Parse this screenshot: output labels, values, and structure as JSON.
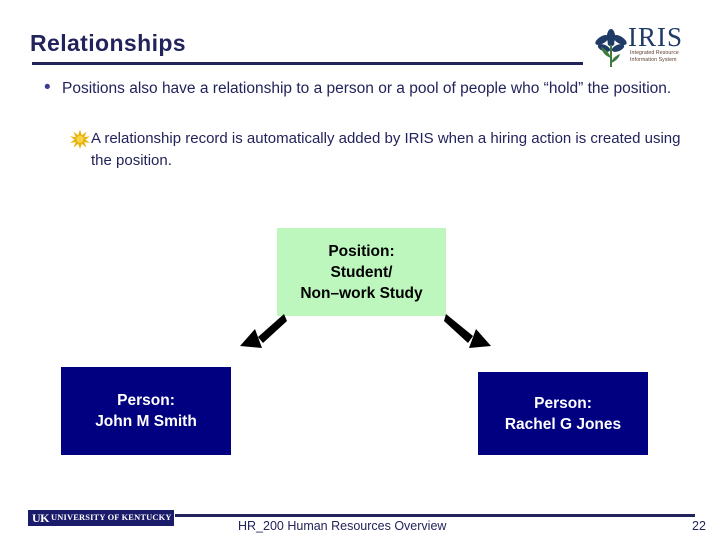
{
  "slide": {
    "title": "Relationships",
    "accent_color": "#23235c",
    "bullets": [
      {
        "marker": "bullet-dot",
        "text": "Positions also have a relationship to a person or a pool of people who “hold” the position."
      },
      {
        "marker": "gold-starburst",
        "text": "A relationship record is automatically added by IRIS when a hiring action is created using the position."
      }
    ],
    "diagram": {
      "position_box": {
        "lines": [
          "Position:",
          "Student/",
          "Non–work Study"
        ],
        "fill": "#bdf7bd",
        "text_color": "#000000"
      },
      "person_left_box": {
        "lines": [
          "Person:",
          "John M Smith"
        ],
        "fill": "#000080",
        "text_color": "#ffffff"
      },
      "person_right_box": {
        "lines": [
          "Person:",
          "Rachel G Jones"
        ],
        "fill": "#000080",
        "text_color": "#ffffff"
      },
      "arrows": [
        {
          "name": "arrow-down-left",
          "direction": "down-left",
          "color": "#000000"
        },
        {
          "name": "arrow-down-right",
          "direction": "down-right",
          "color": "#000000"
        }
      ]
    }
  },
  "logo": {
    "brand": "IRIS",
    "tagline_line1": "Integrated Resource",
    "tagline_line2": "Information System",
    "brand_color": "#1f3b66"
  },
  "footer": {
    "uk_mark": "UK",
    "uk_name": "UNIVERSITY OF KENTUCKY",
    "course": "HR_200 Human Resources Overview",
    "page_number": "22"
  }
}
